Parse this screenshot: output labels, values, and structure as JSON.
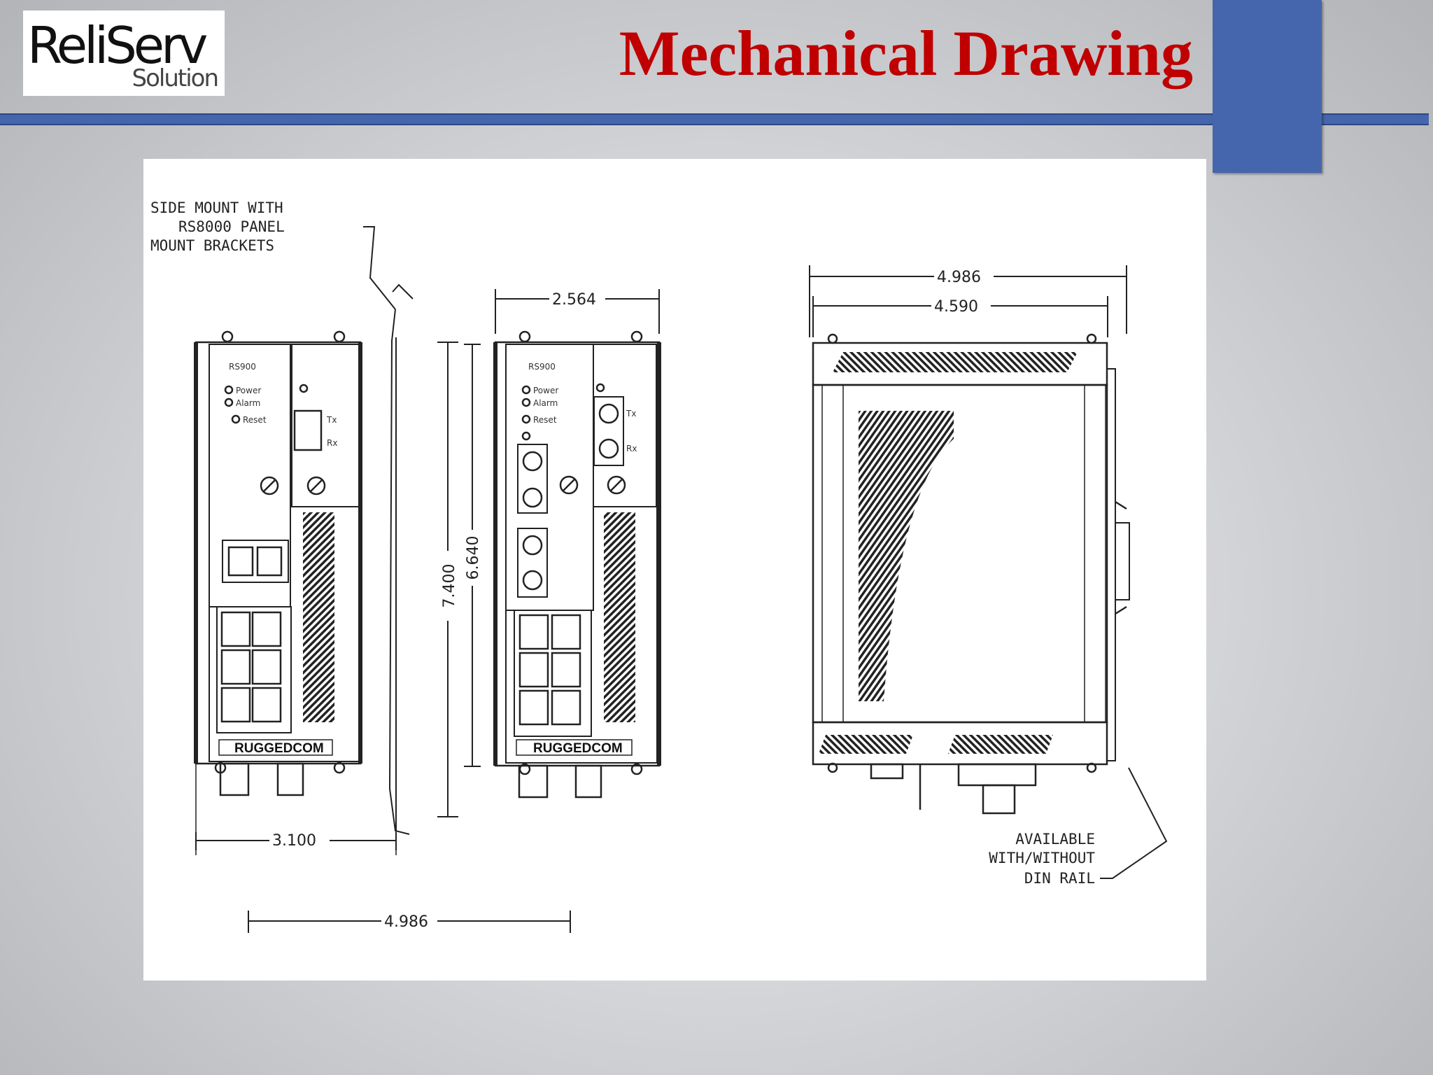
{
  "logo": {
    "main": "ReliServ",
    "sub": "Solution"
  },
  "slide": {
    "title": "Mechanical Drawing"
  },
  "drawing": {
    "callout_side_mount": [
      "SIDE MOUNT WITH",
      "RS8000 PANEL",
      "MOUNT BRACKETS"
    ],
    "callout_din_rail": [
      "AVAILABLE",
      "WITH/WITHOUT",
      "DIN RAIL"
    ],
    "model_label": "RS900",
    "brand_label": "RUGGEDCOM",
    "led_labels": [
      "Power",
      "Alarm",
      "Reset"
    ],
    "port_labels": {
      "tx": "Tx",
      "rx": "Rx"
    },
    "dimensions": {
      "width_with_brackets": "3.100",
      "depth_bottom": "4.986",
      "unit_width": "2.564",
      "height_with_brackets": "7.400",
      "unit_height": "6.640",
      "side_depth_overall": "4.986",
      "side_depth_body": "4.590"
    }
  },
  "colors": {
    "title": "#c00000",
    "accent": "#4565ad"
  }
}
